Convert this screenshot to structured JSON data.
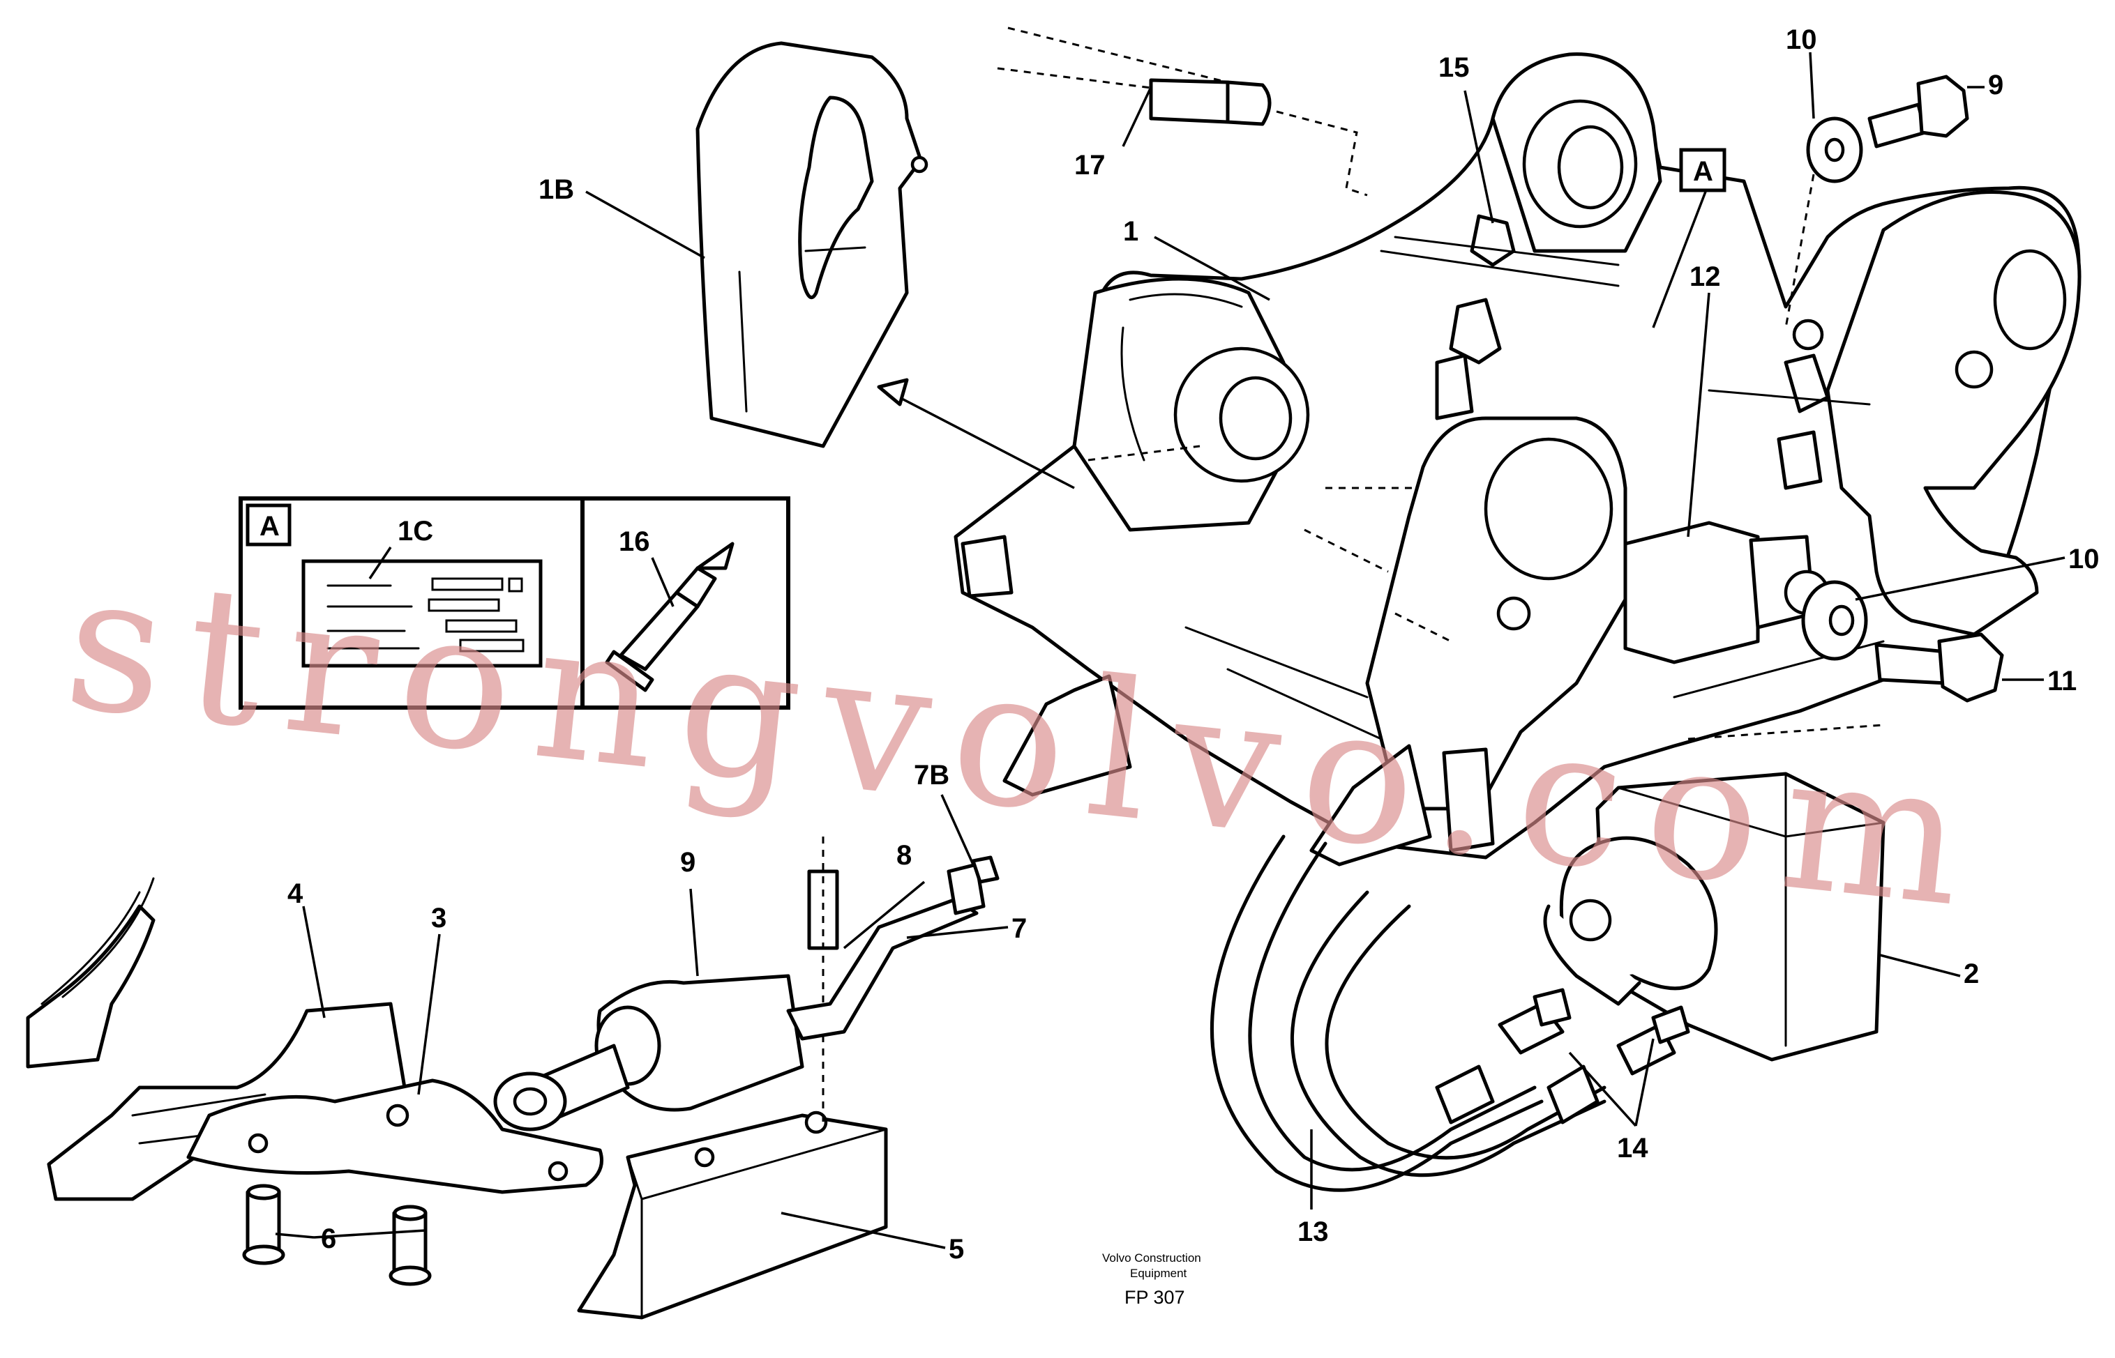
{
  "callouts": {
    "c1": "1",
    "c1B": "1B",
    "c1C": "1C",
    "c2": "2",
    "c3": "3",
    "c4": "4",
    "c5": "5",
    "c6": "6",
    "c7": "7",
    "c7B": "7B",
    "c8": "8",
    "c9": "9",
    "c10a": "10",
    "c10b": "10",
    "c11": "11",
    "c12": "12",
    "c13": "13",
    "c14": "14",
    "c15": "15",
    "c16": "16",
    "c17": "17",
    "cA": "A",
    "cInsetA": "A",
    "cUnlabeled": "9"
  },
  "footer": {
    "company_line1": "Volvo Construction",
    "company_line2": "Equipment",
    "figure_code": "FP 307"
  },
  "watermark": {
    "text": "strongvolvo.com",
    "color": "#d98b8b"
  }
}
